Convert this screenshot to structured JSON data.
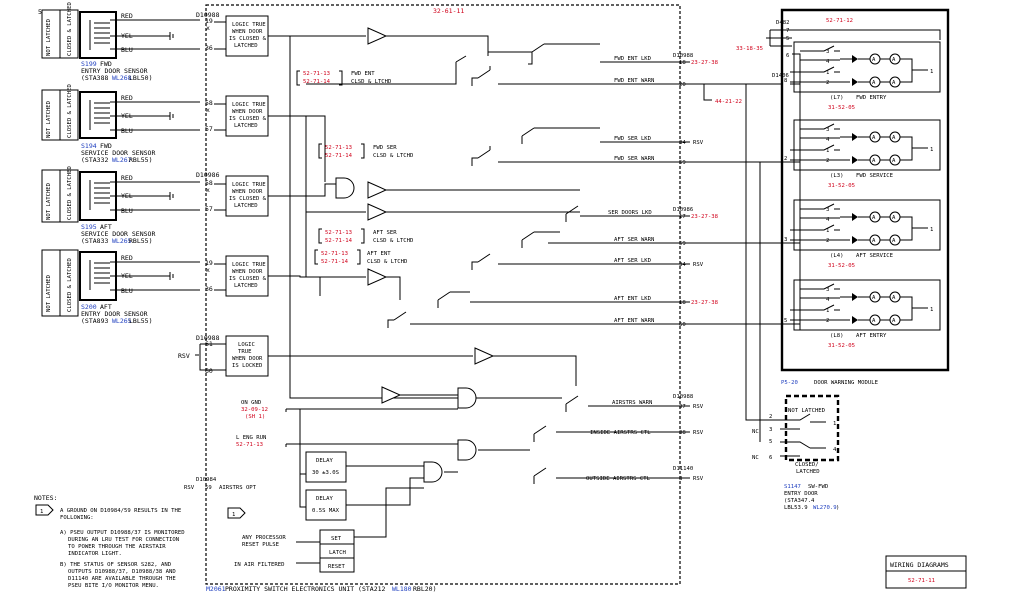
{
  "sheet": {
    "sheet_number": "51",
    "center_ref": "32-61-11",
    "title_box": "WIRING DIAGRAMS",
    "title_ref": "52-71-11"
  },
  "sensors": [
    {
      "id": "S199",
      "name": "FWD",
      "desc": "ENTRY DOOR SENSOR",
      "loc_pre": "(STA388 ",
      "loc_wl": "WL268",
      "loc_post": " LBL50)",
      "side_top": "NOT LATCHED",
      "side_bot": "CLOSED & LATCHED",
      "conn": "D10988",
      "pin_top": "19",
      "pin_bot": "36"
    },
    {
      "id": "S194",
      "name": "FWD",
      "desc": "SERVICE DOOR SENSOR",
      "loc_pre": "(STA332 ",
      "loc_wl": "WL267",
      "loc_post": " RBL55)",
      "side_top": "NOT LATCHED",
      "side_bot": "CLOSED & LATCHED",
      "conn": "",
      "pin_top": "58",
      "pin_bot": "57"
    },
    {
      "id": "S195",
      "name": "AFT",
      "desc": "SERVICE DOOR SENSOR",
      "loc_pre": "(STA833 ",
      "loc_wl": "WL265",
      "loc_post": " RBL55)",
      "side_top": "NOT LATCHED",
      "side_bot": "CLOSED & LATCHED",
      "conn": "D10986",
      "pin_top": "58",
      "pin_bot": "57"
    },
    {
      "id": "S200",
      "name": "AFT",
      "desc": "ENTRY DOOR SENSOR",
      "loc_pre": "(STA893 ",
      "loc_wl": "WL265",
      "loc_post": " LBL55)",
      "side_top": "NOT LATCHED",
      "side_bot": "CLOSED & LATCHED",
      "conn": "",
      "pin_top": "19",
      "pin_bot": "36"
    }
  ],
  "wire_colors": [
    "RED",
    "YEL",
    "BLU"
  ],
  "logic_boxes": {
    "closed_latched": [
      "LOGIC TRUE",
      "WHEN DOOR",
      "IS CLOSED &",
      "LATCHED"
    ],
    "locked": [
      "LOGIC",
      "TRUE",
      "WHEN DOOR",
      "IS LOCKED"
    ]
  },
  "rsv_block": {
    "conn": "D10988",
    "pin_top": "61",
    "pin_bot": "60",
    "label": "RSV"
  },
  "refs": {
    "fwd_ent": {
      "r1": "52-71-13",
      "r2": "52-71-14",
      "l1": "FWD ENT",
      "l2": "CLSD & LTCHD"
    },
    "fwd_ser": {
      "r1": "52-71-13",
      "r2": "52-71-14",
      "l1": "FWD SER",
      "l2": "CLSD & LTCHD"
    },
    "aft_ser": {
      "r1": "52-71-13",
      "r2": "52-71-14",
      "l1": "AFT SER",
      "l2": "CLSD & LTCHD"
    },
    "aft_ent": {
      "r1": "52-71-13",
      "r2": "52-71-14",
      "l1": "AFT ENT",
      "l2": "CLSD & LTCHD"
    }
  },
  "outputs": [
    {
      "label": "FWD ENT LKD",
      "conn": "D10988",
      "pin": "18",
      "ref": "23-27-38",
      "rsv": ""
    },
    {
      "label": "FWD ENT WARN",
      "conn": "",
      "pin": "20",
      "ref": "",
      "rsv": ""
    },
    {
      "label": "FWD SER LKD",
      "conn": "",
      "pin": "34",
      "ref": "",
      "rsv": "RSV"
    },
    {
      "label": "FWD SER WARN",
      "conn": "",
      "pin": "59",
      "ref": "",
      "rsv": ""
    },
    {
      "label": "SER DOORS LKD",
      "conn": "D10986",
      "pin": "17",
      "ref": "23-27-38",
      "rsv": ""
    },
    {
      "label": "AFT SER WARN",
      "conn": "",
      "pin": "59",
      "ref": "",
      "rsv": ""
    },
    {
      "label": "AFT SER LKD",
      "conn": "",
      "pin": "34",
      "ref": "",
      "rsv": "RSV"
    },
    {
      "label": "AFT ENT LKD",
      "conn": "",
      "pin": "18",
      "ref": "23-27-38",
      "rsv": ""
    },
    {
      "label": "AFT ENT WARN",
      "conn": "",
      "pin": "60",
      "ref": "",
      "rsv": ""
    },
    {
      "label": "AIRSTRS WARN",
      "conn": "D10988",
      "pin": "37",
      "ref": "",
      "rsv": "RSV"
    },
    {
      "label": "INSIDE AIRSTRS CTL",
      "conn": "",
      "pin": "38",
      "ref": "",
      "rsv": "RSV"
    },
    {
      "label": "OUTSIDE AIRSTRS CTL",
      "conn": "D11140",
      "pin": "8",
      "ref": "",
      "rsv": "RSV"
    }
  ],
  "ref_44": "44-21-22",
  "inputs": {
    "on_gnd": {
      "l1": "ON GND",
      "ref": "32-09-12",
      "sh": "(SH 1)"
    },
    "l_eng_run": {
      "l1": "L ENG RUN",
      "ref": "52-71-13"
    },
    "delay1": {
      "l1": "DELAY",
      "l2": "30 ±3.0S"
    },
    "delay2": {
      "l1": "DELAY",
      "l2": "0.5S MAX"
    },
    "reset_pulse": {
      "l1": "ANY PROCESSOR",
      "l2": "RESET PULSE"
    },
    "in_air": "IN AIR FILTERED",
    "latch": {
      "set": "SET",
      "latch": "LATCH",
      "reset": "RESET"
    },
    "airstrs_opt": {
      "conn": "D10984",
      "rsv": "RSV",
      "pin": "59",
      "label": "AIRSTRS OPT"
    },
    "note_tag": "1"
  },
  "pseu": {
    "id": "M2061",
    "text_pre": "PROXIMITY SWITCH ELECTRONICS UNIT (STA212 ",
    "wl": "WL180",
    "text_post": " RBL20)"
  },
  "module": {
    "id": "P5-20",
    "name": "DOOR WARNING MODULE",
    "ref_top": "52-71-12",
    "d482": "D482",
    "d1406": "D1406",
    "ref_3318": "33-18-35",
    "pins_top": [
      "7",
      "5",
      "6"
    ],
    "sections": [
      {
        "pin": "8",
        "lamp": "(L7)",
        "name": "FWD ENTRY",
        "ref": "31-52-05"
      },
      {
        "pin": "2",
        "lamp": "(L3)",
        "name": "FWD SERVICE",
        "ref": "31-52-05"
      },
      {
        "pin": "3",
        "lamp": "(L4)",
        "name": "AFT SERVICE",
        "ref": "31-52-05"
      },
      {
        "pin": "5",
        "lamp": "(L8)",
        "name": "AFT ENTRY",
        "ref": "31-52-05"
      }
    ],
    "lamp_label": "A",
    "lamp_pins": [
      "3",
      "4",
      "1",
      "2"
    ]
  },
  "switch_s1147": {
    "id": "S1147",
    "name": "SW-FWD",
    "desc": "ENTRY DOOR",
    "loc1": "(STA347.4",
    "loc2_pre": "LBL53.9 ",
    "loc2_wl": "WL270.9",
    "loc2_post": ")",
    "top": "NOT LATCHED",
    "bot1": "CLOSED/",
    "bot2": "LATCHED",
    "nc": "NC",
    "pins": [
      "2",
      "1",
      "3",
      "5",
      "6",
      "4"
    ]
  },
  "notes": {
    "title": "NOTES:",
    "tag": "1",
    "intro1": "A GROUND ON D10984/59 RESULTS IN THE",
    "intro2": "FOLLOWING:",
    "a": [
      "A) PSEU OUTPUT D10988/37 IS MONITORED",
      "DURING AN LRU TEST FOR CONNECTION",
      "TO POWER THROUGH THE AIRSTAIR",
      "INDICATOR LIGHT."
    ],
    "b": [
      "B) THE STATUS OF SENSOR S282, AND",
      "OUTPUTS D10988/37, D10988/38 AND",
      "D11140 ARE AVAILABLE THROUGH THE",
      "PSEU BITE I/O MONITOR MENU."
    ]
  },
  "colors": {
    "wire": "#000000",
    "ref_red": "#d0021b",
    "wl_blue": "#1f3fbf"
  }
}
